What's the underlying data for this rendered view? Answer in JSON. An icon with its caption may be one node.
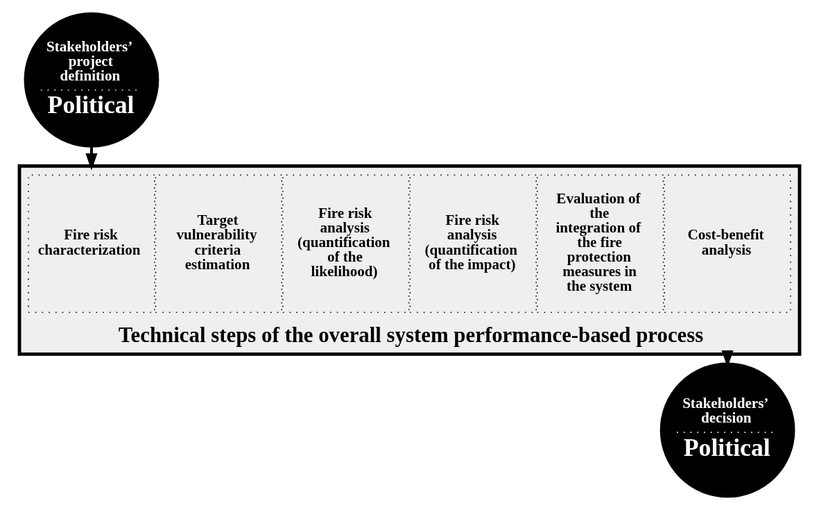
{
  "diagram": {
    "nodes": [
      {
        "text": [
          "Stakeholders’ project definition",
          "Political"
        ]
      },
      {
        "text": [
          "Technical steps of the overall system performance-based process"
        ]
      },
      {
        "text": [
          "Fire risk characterization"
        ],
        "in": 1
      },
      {
        "text": [
          "Target vulnerability criteria estimation"
        ],
        "in": 1
      },
      {
        "text": [
          "Fire risk analysis (quantification of the likelihood)"
        ],
        "in": 1
      },
      {
        "text": [
          "Fire risk analysis (quantification of the impact)"
        ],
        "in": 1
      },
      {
        "text": [
          "Evaluation of the integration of the fire protection measures in the system"
        ],
        "in": 1
      },
      {
        "text": [
          "Cost-benefit analysis"
        ],
        "in": 1
      },
      {
        "text": [
          "Stakeholders’ decision",
          "Political"
        ]
      }
    ],
    "edges": [
      {
        "from": 0,
        "to": 1,
        "arrow": "to"
      },
      {
        "from": 1,
        "to": 8,
        "arrow": "to"
      }
    ]
  }
}
